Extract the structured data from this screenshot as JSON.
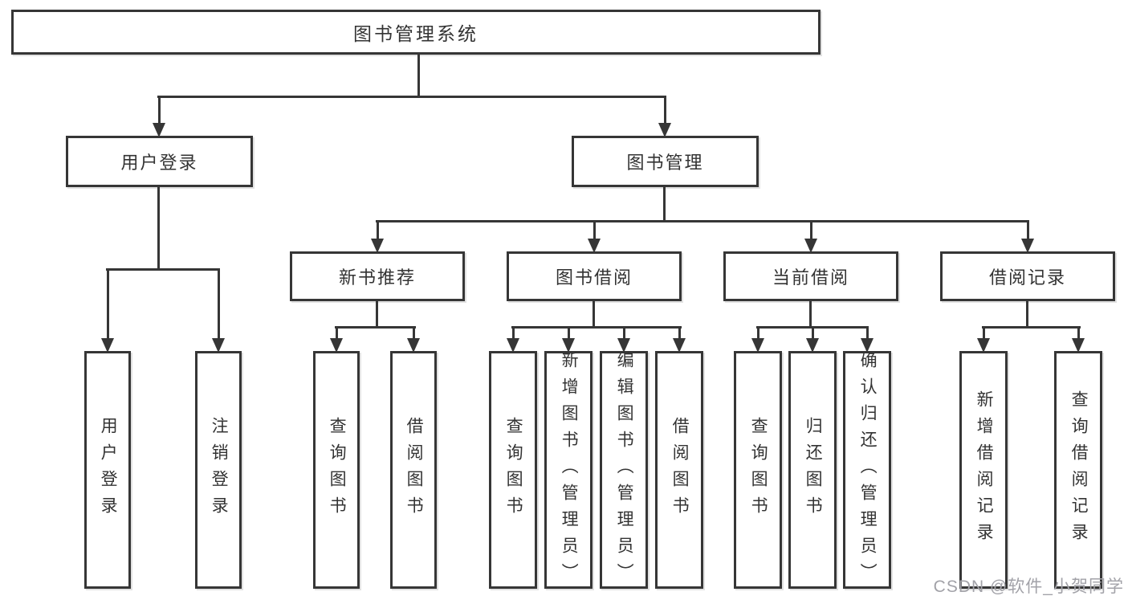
{
  "diagram": {
    "root": {
      "label": "图书管理系统"
    },
    "level2": [
      {
        "label": "用户登录"
      },
      {
        "label": "图书管理"
      }
    ],
    "level3": [
      {
        "label": "新书推荐"
      },
      {
        "label": "图书借阅"
      },
      {
        "label": "当前借阅"
      },
      {
        "label": "借阅记录"
      }
    ],
    "leaves": {
      "user": [
        "用户登录",
        "注销登录"
      ],
      "newbook": [
        "查询图书",
        "借阅图书"
      ],
      "bookborrow": [
        "查询图书",
        "新增图书（管理员）",
        "编辑图书（管理员）",
        "借阅图书"
      ],
      "current": [
        "查询图书",
        "归还图书",
        "确认归还（管理员）"
      ],
      "record": [
        "新增借阅记录",
        "查询借阅记录"
      ]
    }
  },
  "watermark": {
    "text": "CSDN @软件_小贺同学"
  },
  "colors": {
    "line": "#363636",
    "text": "#333333",
    "background": "#ffffff",
    "watermark": "#a2a2a8"
  }
}
